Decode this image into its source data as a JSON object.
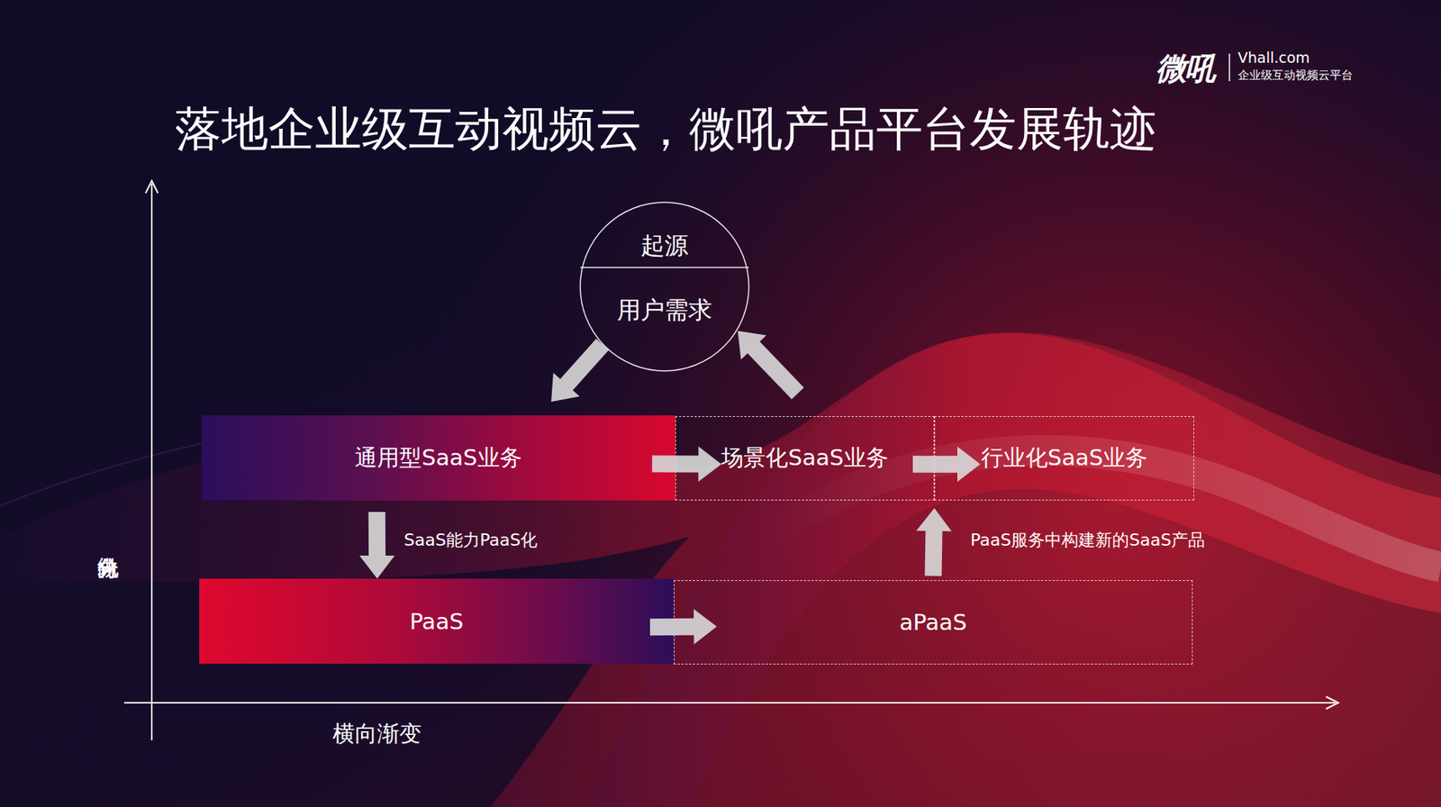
{
  "diagram": {
    "title": "落地企业级互动视频云，微吼产品平台发展轨迹",
    "nodes": [
      {
        "text": [
          "起源",
          "用户需求"
        ]
      },
      {
        "text": [
          "通用型SaaS业务"
        ]
      },
      {
        "text": [
          "场景化SaaS业务"
        ]
      },
      {
        "text": [
          "行业化SaaS业务"
        ]
      },
      {
        "text": [
          "PaaS"
        ]
      },
      {
        "text": [
          "aPaaS"
        ]
      }
    ],
    "edges": [
      {
        "from": 0,
        "to": 1,
        "arrow": "to"
      },
      {
        "from": 1,
        "to": 2,
        "arrow": "to"
      },
      {
        "from": 2,
        "to": 3,
        "arrow": "to"
      },
      {
        "from": 1,
        "to": 4,
        "label": "SaaS能力PaaS化",
        "arrow": "to"
      },
      {
        "from": 4,
        "to": 5,
        "arrow": "to"
      },
      {
        "from": 5,
        "to": 3,
        "label": "PaaS服务中构建新的SaaS产品",
        "arrow": "to"
      },
      {
        "from": 2,
        "to": 0,
        "arrow": "to"
      }
    ],
    "labels": [
      "微吼",
      "Vhall.com",
      "企业级互动视频云平台",
      "纵向分化",
      "横向渐变"
    ]
  }
}
